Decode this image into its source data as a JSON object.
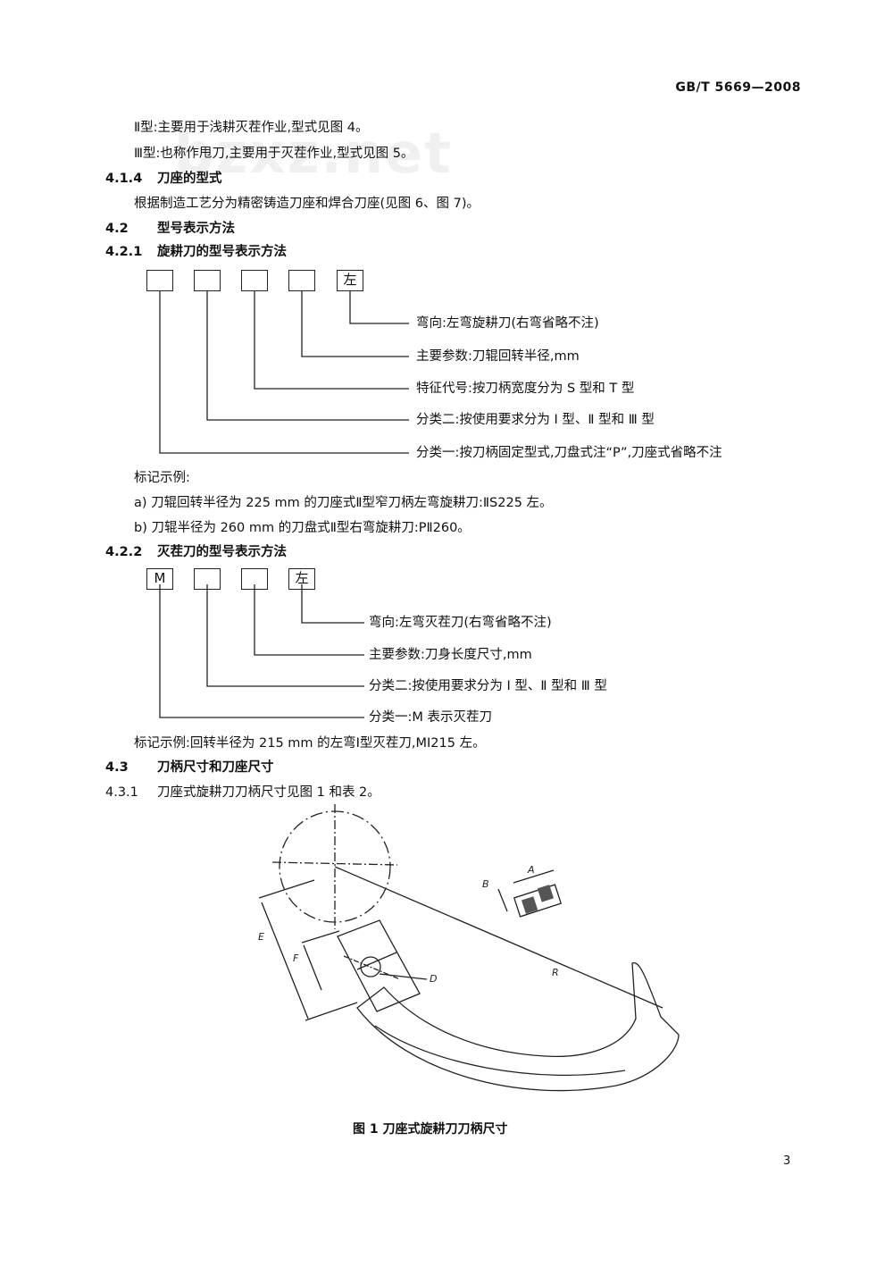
{
  "header": {
    "standard": "GB/T 5669—2008"
  },
  "watermark": "bzxz.net",
  "texts": {
    "type2": "Ⅱ型:主要用于浅耕灭茬作业,型式见图 4。",
    "type3": "Ⅲ型:也称作甩刀,主要用于灭茬作业,型式见图 5。",
    "s414_num": "4.1.4",
    "s414_title": "刀座的型式",
    "s414_body": "根据制造工艺分为精密铸造刀座和焊合刀座(见图 6、图 7)。",
    "s42_num": "4.2",
    "s42_title": "型号表示方法",
    "s421_num": "4.2.1",
    "s421_title": "旋耕刀的型号表示方法",
    "mark_label": "标记示例:",
    "ex_a": "a)  刀辊回转半径为 225 mm 的刀座式Ⅱ型窄刀柄左弯旋耕刀:ⅡS225 左。",
    "ex_b": "b)  刀辊半径为 260 mm 的刀盘式Ⅱ型右弯旋耕刀:PⅡ260。",
    "s422_num": "4.2.2",
    "s422_title": "灭茬刀的型号表示方法",
    "mark2": "标记示例:回转半径为 215 mm 的左弯Ⅰ型灭茬刀,MⅠ215 左。",
    "s43_num": "4.3",
    "s43_title": "刀柄尺寸和刀座尺寸",
    "s431_num": "4.3.1",
    "s431_body": "刀座式旋耕刀刀柄尺寸见图 1 和表 2。"
  },
  "diagram1": {
    "boxes": [
      "",
      "",
      "",
      "",
      "左"
    ],
    "labels": [
      "弯向:左弯旋耕刀(右弯省略不注)",
      "主要参数:刀辊回转半径,mm",
      "特征代号:按刀柄宽度分为 S 型和 T 型",
      "分类二:按使用要求分为 Ⅰ 型、Ⅱ 型和 Ⅲ 型",
      "分类一:按刀柄固定型式,刀盘式注“P”,刀座式省略不注"
    ]
  },
  "diagram2": {
    "boxes": [
      "M",
      "",
      "",
      "左"
    ],
    "labels": [
      "弯向:左弯灭茬刀(右弯省略不注)",
      "主要参数:刀身长度尺寸,mm",
      "分类二:按使用要求分为 Ⅰ 型、Ⅱ 型和 Ⅲ 型",
      "分类一:M 表示灭茬刀"
    ]
  },
  "figure1": {
    "dim_labels": {
      "A": "A",
      "B": "B",
      "D": "D",
      "E": "E",
      "F": "F",
      "R": "R"
    },
    "caption": "图 1   刀座式旋耕刀刀柄尺寸"
  },
  "page_number": "3"
}
